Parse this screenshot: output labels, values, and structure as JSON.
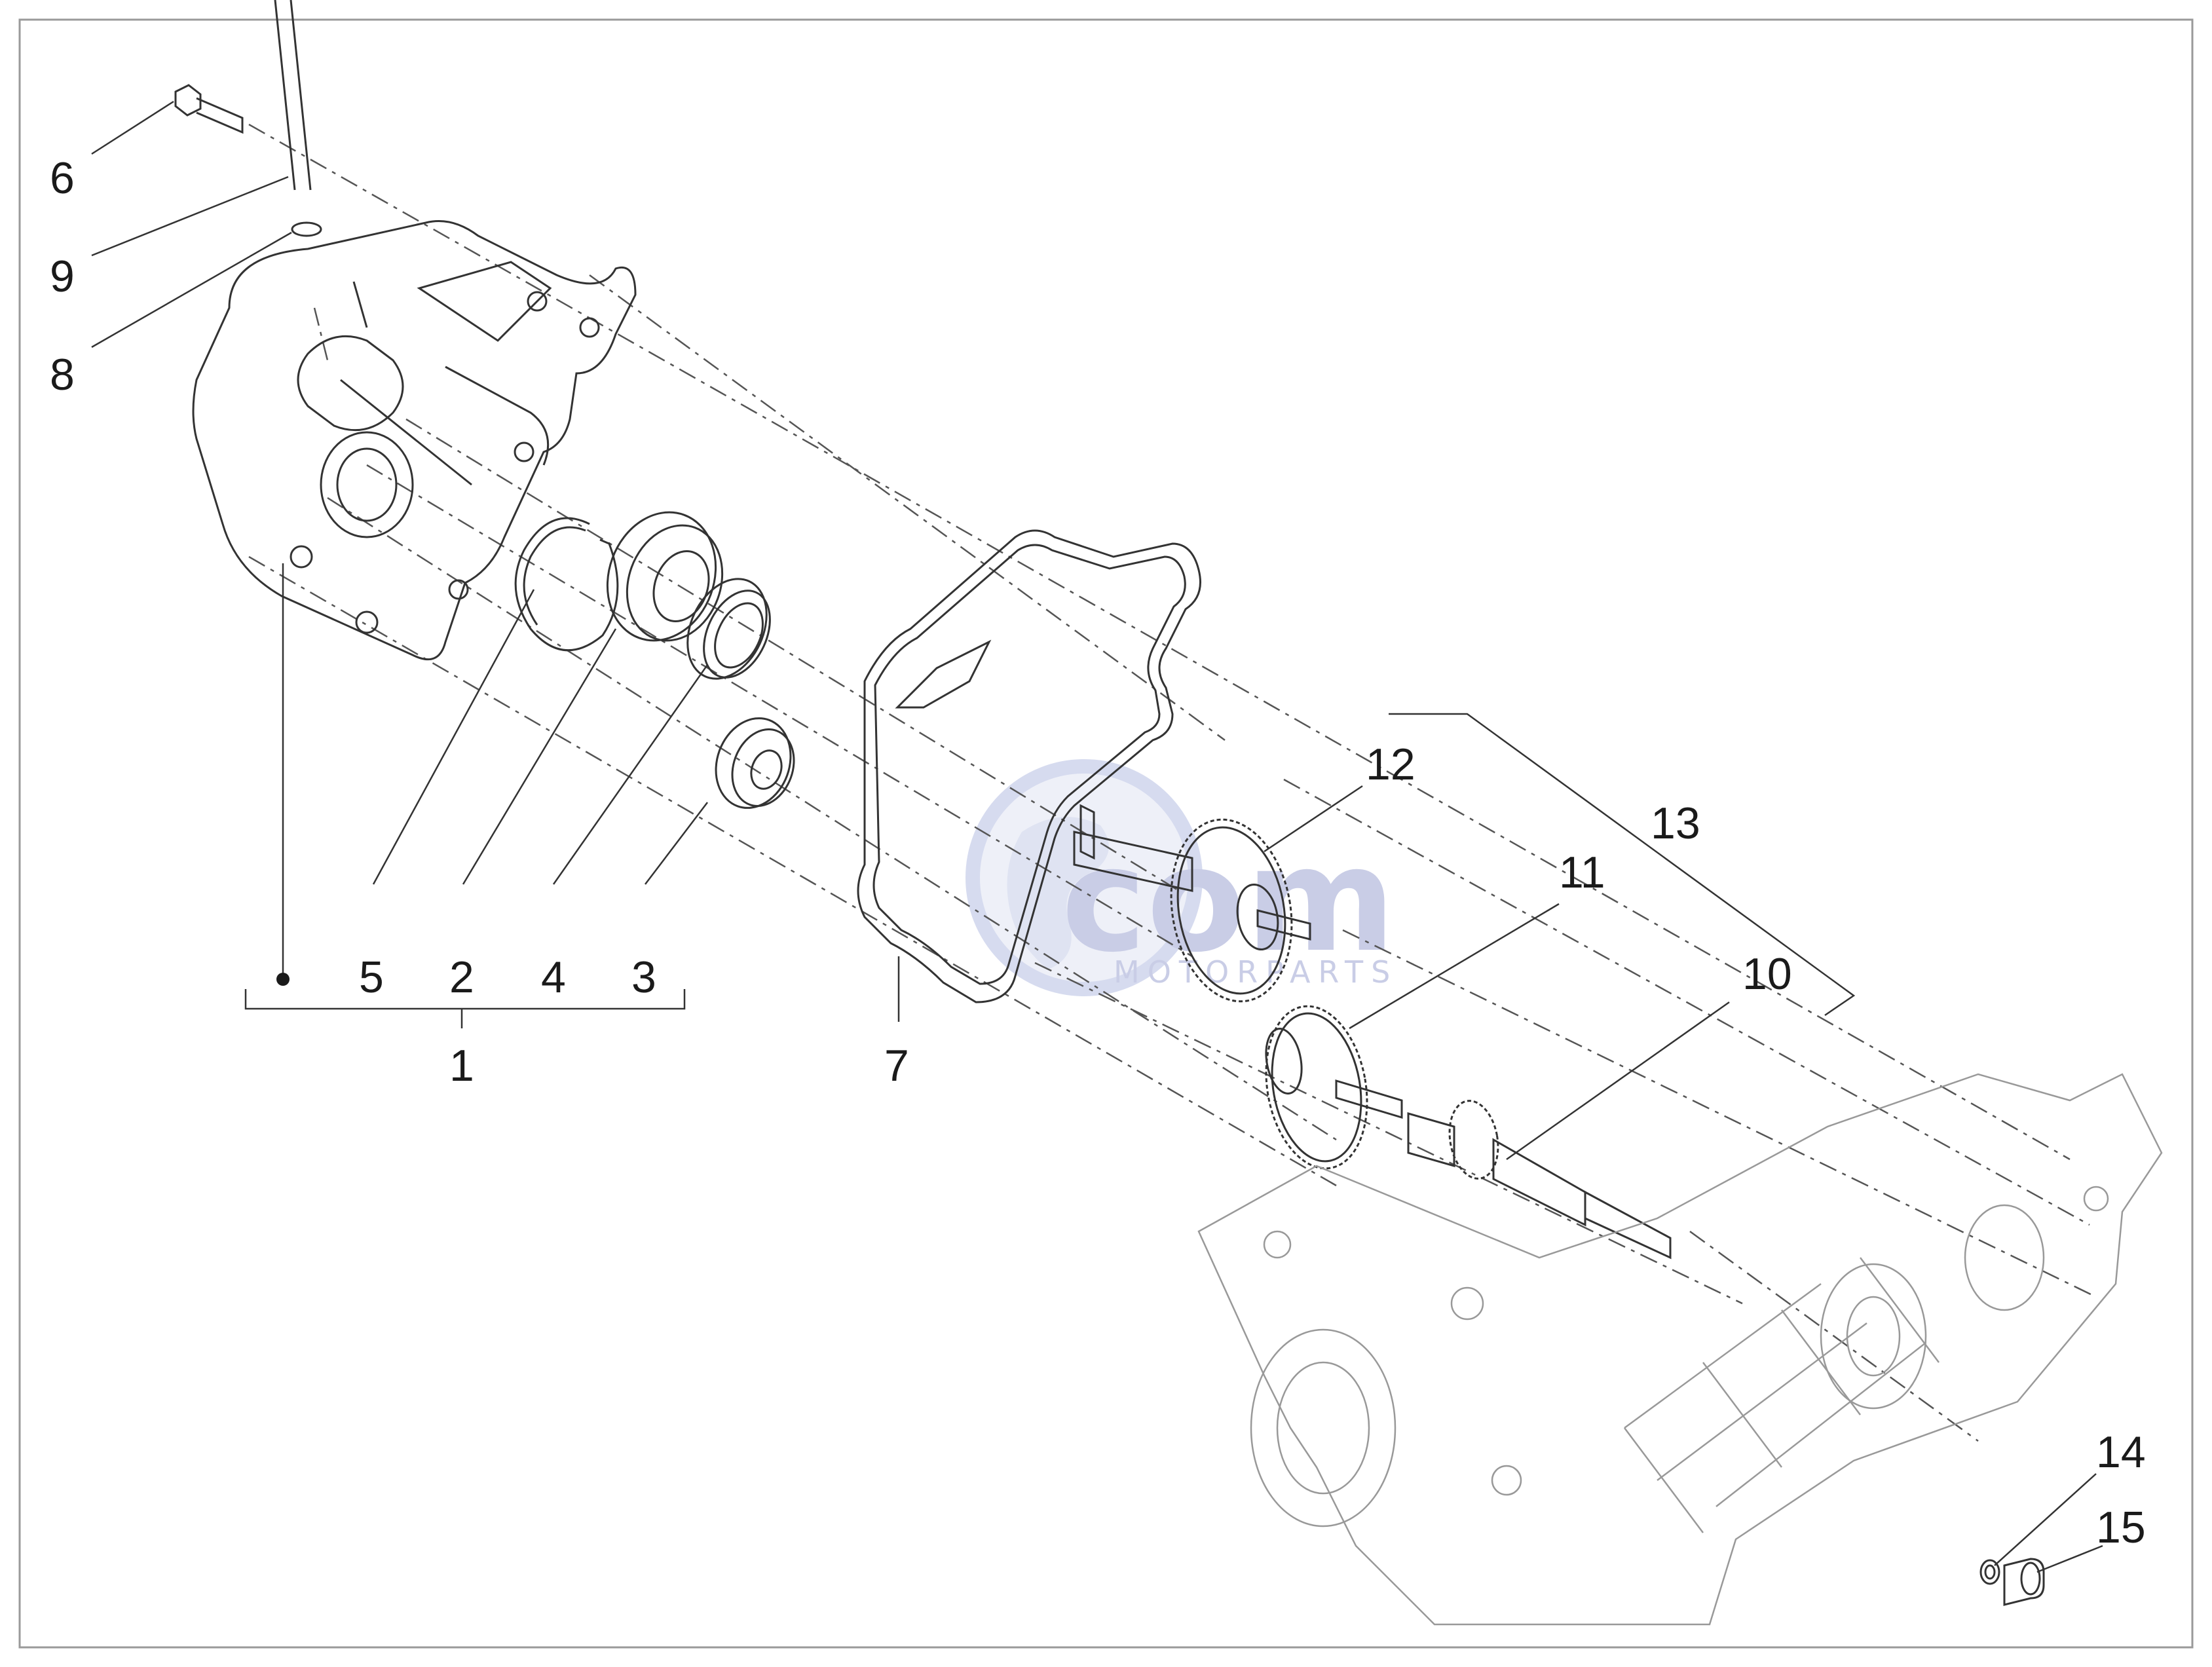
{
  "watermark": {
    "brand": "com",
    "sub": "MOTORPARTS"
  },
  "callouts": [
    {
      "id": "c1",
      "text": "1"
    },
    {
      "id": "c2",
      "text": "2"
    },
    {
      "id": "c3",
      "text": "3"
    },
    {
      "id": "c4",
      "text": "4"
    },
    {
      "id": "c5",
      "text": "5"
    },
    {
      "id": "c6",
      "text": "6"
    },
    {
      "id": "c7",
      "text": "7"
    },
    {
      "id": "c8",
      "text": "8"
    },
    {
      "id": "c9",
      "text": "9"
    },
    {
      "id": "c10",
      "text": "10"
    },
    {
      "id": "c11",
      "text": "11"
    },
    {
      "id": "c12",
      "text": "12"
    },
    {
      "id": "c13",
      "text": "13"
    },
    {
      "id": "c14",
      "text": "14"
    },
    {
      "id": "c15",
      "text": "15"
    }
  ],
  "colors": {
    "line": "#333333",
    "watermark": "#c9cde6",
    "frame": "#9a9a9a"
  }
}
